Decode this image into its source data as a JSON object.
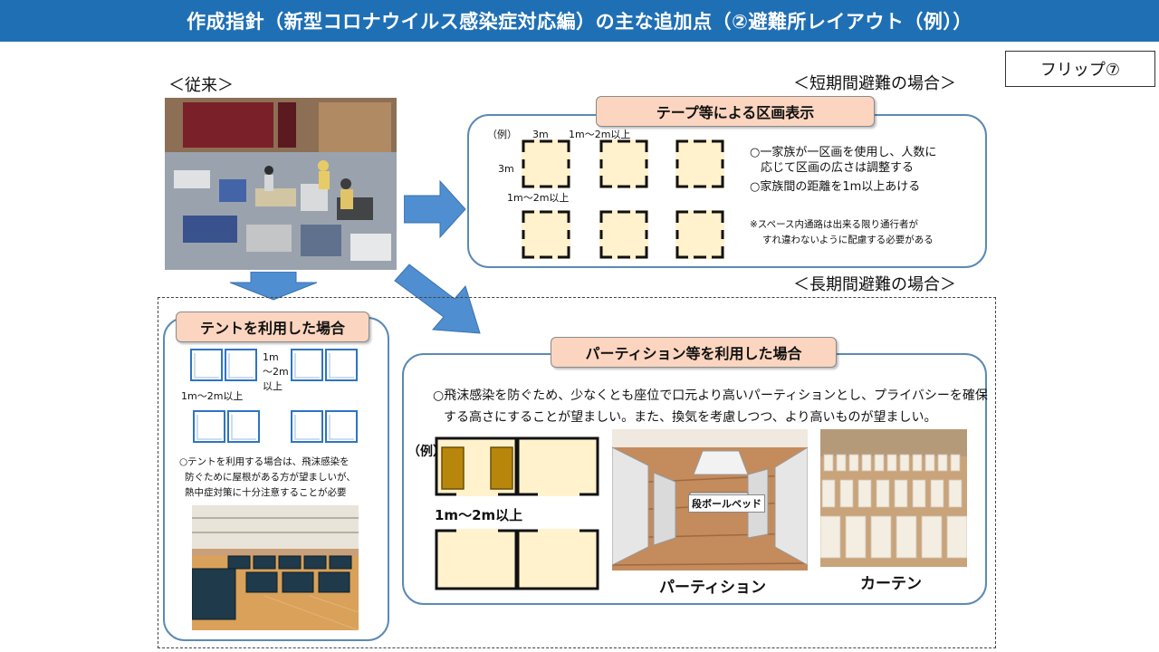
{
  "header": {
    "title": "作成指針（新型コロナウイルス感染症対応編）の主な追加点（②避難所レイアウト（例））"
  },
  "flip_label": "フリップ⑦",
  "conventional_label": "＜従来＞",
  "short_term": {
    "label": "＜短期間避難の場合＞",
    "title": "テープ等による区画表示",
    "example": "（例）",
    "dim_3m_top": "3m",
    "dim_3m_side": "3m",
    "dim_gap_top": "1m〜2m以上",
    "dim_gap_left": "1m〜2m以上",
    "bullet1_line1": "○一家族が一区画を使用し、人数に",
    "bullet1_line2": "応じて区画の広さは調整する",
    "bullet2": "○家族間の距離を1m以上あける",
    "note_line1": "※スペース内通路は出来る限り通行者が",
    "note_line2": "すれ違わないように配慮する必要がある"
  },
  "long_term": {
    "label": "＜長期間避難の場合＞",
    "tent": {
      "title": "テントを利用した場合",
      "gap_vertical_1": "1m",
      "gap_vertical_2": "〜2m",
      "gap_vertical_3": "以上",
      "gap_horizontal": "1m〜2m以上",
      "desc_line1": "○テントを利用する場合は、飛沫感染を",
      "desc_line2": "防ぐために屋根がある方が望ましいが、",
      "desc_line3": "熱中症対策に十分注意することが必要"
    },
    "partition": {
      "title": "パーティション等を利用した場合",
      "desc_line1": "○飛沫感染を防ぐため、少なくとも座位で口元より高いパーティションとし、プライバシーを確保",
      "desc_line2": "する高さにすることが望ましい。また、換気を考慮しつつ、より高いものが望ましい。",
      "example": "（例）",
      "gap": "1m〜2m以上",
      "bed_label": "段ボールベッド",
      "caption_partition": "パーティション",
      "caption_curtain": "カーテン"
    }
  },
  "colors": {
    "header_bg": "#1f6fb5",
    "panel_border": "#5b8ab4",
    "pill_bg": "#fbd5bf",
    "arrow": "#4f8ed0",
    "cell_fill": "#fff2cc",
    "bed_fill": "#b8860b"
  }
}
